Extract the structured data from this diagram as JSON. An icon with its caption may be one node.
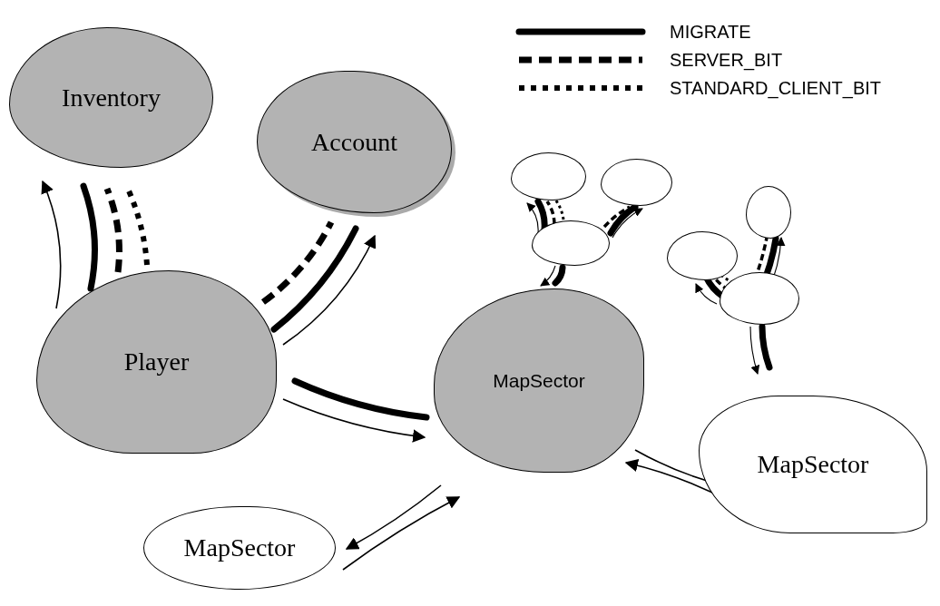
{
  "diagram": {
    "nodes": [
      {
        "text": [
          "Inventory"
        ]
      },
      {
        "text": [
          "Account"
        ]
      },
      {
        "text": [
          "Player"
        ]
      },
      {
        "text": [
          "MapSector"
        ]
      },
      {
        "text": [
          "MapSector"
        ]
      },
      {
        "text": [
          "MapSector"
        ]
      },
      {
        "text": [],
        "shape": "circle"
      },
      {
        "text": [],
        "shape": "circle"
      },
      {
        "text": [],
        "shape": "circle"
      },
      {
        "text": [],
        "shape": "circle"
      },
      {
        "text": [],
        "shape": "circle"
      },
      {
        "text": [],
        "shape": "circle"
      }
    ],
    "edges": [
      {
        "from": 2,
        "to": 0,
        "arrow": "to"
      },
      {
        "from": 2,
        "to": 0,
        "arrow": "none",
        "style": "thick"
      },
      {
        "from": 2,
        "to": 0,
        "arrow": "none",
        "style": "dashed"
      },
      {
        "from": 2,
        "to": 0,
        "arrow": "none",
        "style": "dashed"
      },
      {
        "from": 2,
        "to": 1,
        "arrow": "to"
      },
      {
        "from": 2,
        "to": 1,
        "arrow": "none",
        "style": "thick"
      },
      {
        "from": 2,
        "to": 1,
        "arrow": "none",
        "style": "dashed"
      },
      {
        "from": 2,
        "to": 3,
        "arrow": "none",
        "style": "thick"
      },
      {
        "from": 2,
        "to": 3,
        "arrow": "to"
      },
      {
        "from": 3,
        "to": 5,
        "arrow": "to"
      },
      {
        "from": 5,
        "to": 3,
        "arrow": "to"
      },
      {
        "from": 3,
        "to": 4,
        "arrow": "to"
      },
      {
        "from": 4,
        "to": 3,
        "arrow": "to"
      },
      {
        "from": 8,
        "to": 6,
        "arrow": "to"
      },
      {
        "from": 8,
        "to": 6,
        "arrow": "none",
        "style": "thick"
      },
      {
        "from": 8,
        "to": 6,
        "arrow": "none",
        "style": "dashed"
      },
      {
        "from": 8,
        "to": 6,
        "arrow": "none",
        "style": "dashed"
      },
      {
        "from": 8,
        "to": 7,
        "arrow": "none",
        "style": "dashed"
      },
      {
        "from": 8,
        "to": 7,
        "arrow": "none",
        "style": "thick"
      },
      {
        "from": 8,
        "to": 7,
        "arrow": "to"
      },
      {
        "from": 8,
        "to": 3,
        "arrow": "to"
      },
      {
        "from": 8,
        "to": 3,
        "arrow": "none",
        "style": "thick"
      },
      {
        "from": 11,
        "to": 10,
        "arrow": "to"
      },
      {
        "from": 11,
        "to": 10,
        "arrow": "none",
        "style": "thick"
      },
      {
        "from": 11,
        "to": 10,
        "arrow": "none",
        "style": "dashed"
      },
      {
        "from": 11,
        "to": 10,
        "arrow": "none",
        "style": "dashed"
      },
      {
        "from": 11,
        "to": 9,
        "arrow": "none",
        "style": "dashed"
      },
      {
        "from": 11,
        "to": 9,
        "arrow": "none",
        "style": "thick"
      },
      {
        "from": 11,
        "to": 9,
        "arrow": "to"
      },
      {
        "from": 11,
        "to": 4,
        "arrow": "to"
      },
      {
        "from": 11,
        "to": 4,
        "arrow": "none",
        "style": "thick"
      }
    ],
    "legend": [
      {
        "text": "MIGRATE"
      },
      {
        "text": "SERVER_BIT"
      },
      {
        "text": "STANDARD_CLIENT_BIT"
      }
    ]
  }
}
